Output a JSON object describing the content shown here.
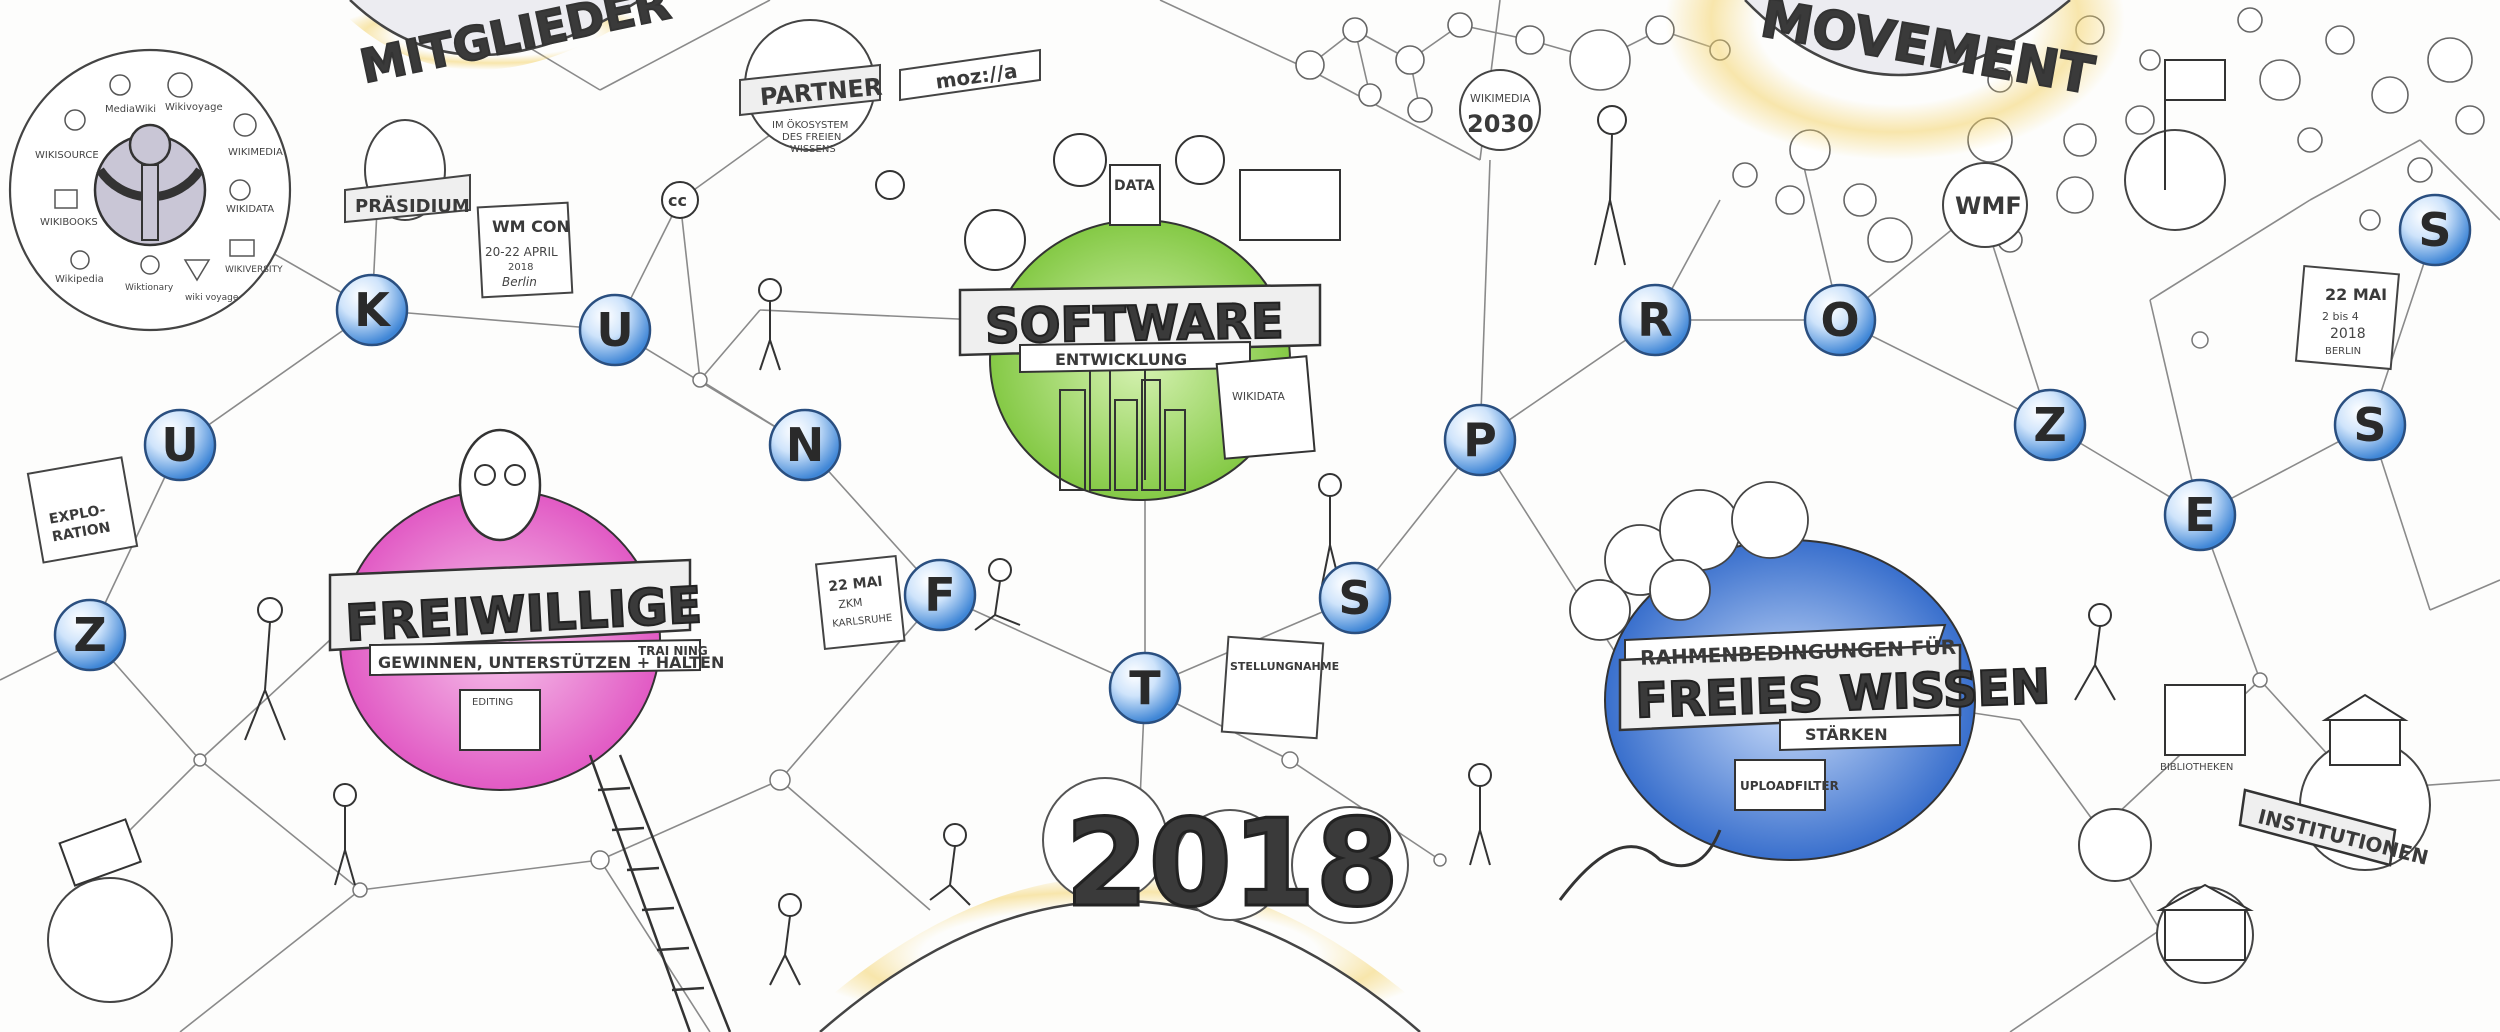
{
  "banners": {
    "mitglieder": "MITGLIEDER",
    "movement": "MOVEMENT",
    "software_title": "SOFTWARE",
    "software_sub": "ENTWICKLUNG",
    "freiwillige_title": "FREIWILLIGE",
    "freiwillige_sub": "GEWINNEN, UNTERSTÜTZEN + HALTEN",
    "rahmen_line1": "RAHMENBEDINGUNGEN FÜR",
    "rahmen_title": "FREIES WISSEN",
    "rahmen_sub": "STÄRKEN",
    "institutionen": "INSTITUTIONEN",
    "year": "2018"
  },
  "badges": {
    "praesidium": "PRÄSIDIUM",
    "partner_title": "PARTNER",
    "partner_sub1": "IM ÖKOSYSTEM",
    "partner_sub2": "DES FREIEN",
    "partner_sub3": "WISSENS",
    "moz": "moz://a",
    "cc": "cc",
    "wikimedia2030_1": "WIKIMEDIA",
    "wikimedia2030_2": "2030",
    "wmf": "WMF",
    "data": "DATA",
    "wikidata": "WIKIDATA",
    "uploadfilter": "UPLOADFILTER",
    "editing": "EDITING",
    "training": "TRAI NING",
    "bibliotheken": "BIBLIOTHEKEN"
  },
  "calendars": {
    "wmcon_title": "WM CON",
    "wmcon_date": "20-22 APRIL",
    "wmcon_year": "2018",
    "wmcon_city": "Berlin",
    "may22_top": "22 MAI",
    "may22_line1": "2 bis 4",
    "may22_line2": "2018",
    "may22_city": "BERLIN",
    "ka_top": "22 MAI",
    "ka_line1": "ZKM",
    "ka_line2": "KARLSRUHE",
    "bot_title": "STELLUNGNAHME",
    "exploratory_1": "EXPLO-",
    "exploratory_2": "RATION"
  },
  "wiki_projects": {
    "wikisource": "WIKISOURCE",
    "mediawiki": "MediaWiki",
    "wikivoyage_top": "Wikivoyage",
    "wikimedia_commons": "WIKIMEDIA",
    "wikidata": "WIKIDATA",
    "wikiversity": "WIKIVERSITY",
    "wikibooks": "WIKIBOOKS",
    "wikipedia": "Wikipedia",
    "wiktionary": "Wiktionary",
    "wikivoyage": "wiki voyage"
  },
  "letter_nodes": [
    "Z",
    "U",
    "K",
    "U",
    "N",
    "F",
    "T",
    "S",
    "P",
    "R",
    "O",
    "Z",
    "E",
    "S",
    "S"
  ],
  "colors": {
    "node_blue": "#3f86d6",
    "software_green": "#8fd14f",
    "freiwillige_pink": "#e35bc6",
    "rahmen_blue": "#2f6fd0",
    "halo_yellow": "#f4d36a",
    "ink": "#2c2c2c"
  }
}
